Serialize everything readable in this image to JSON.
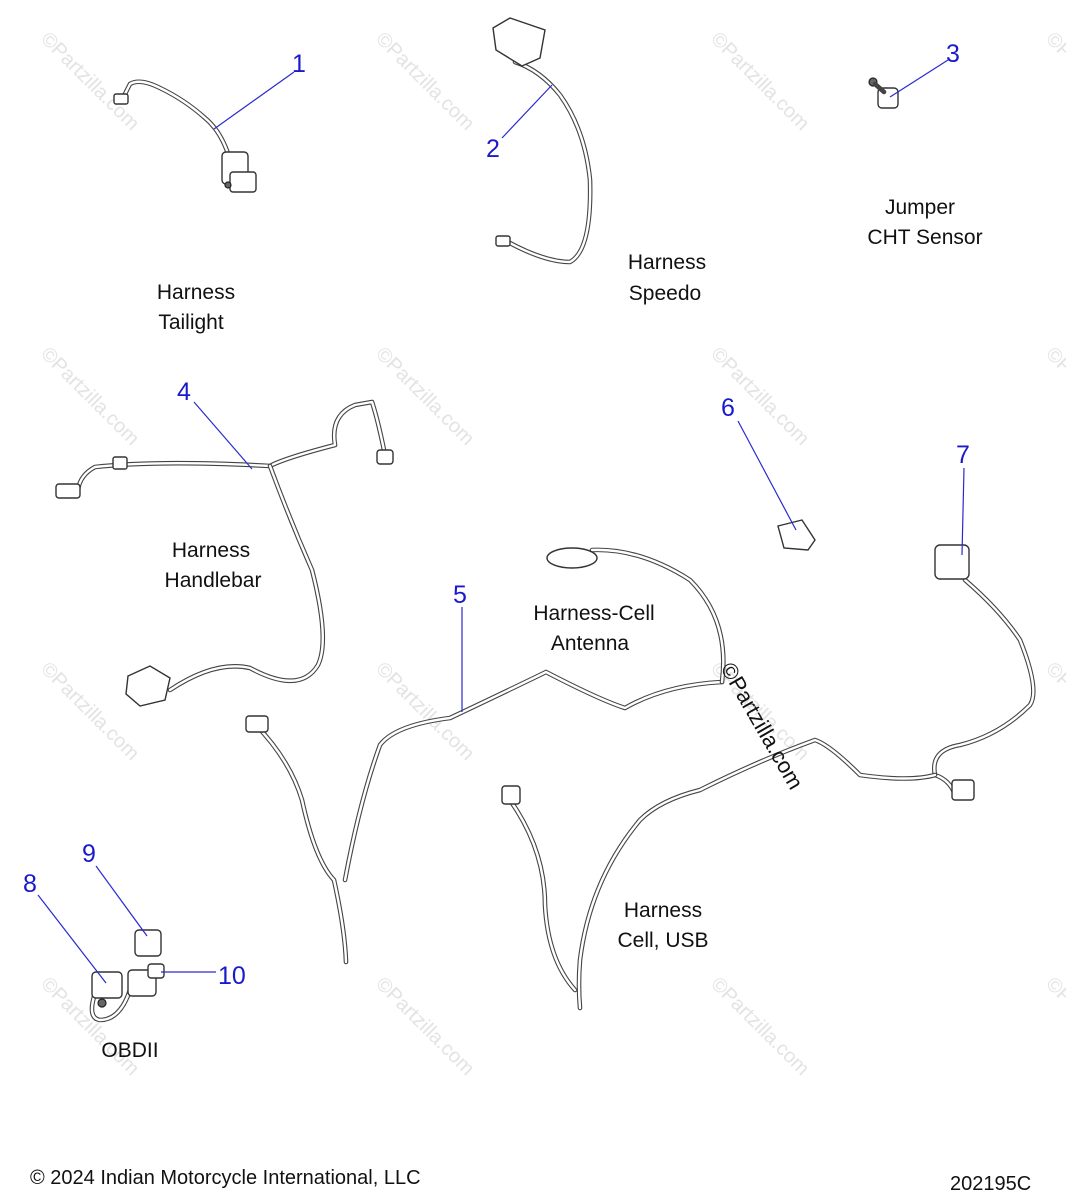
{
  "watermark": {
    "small": "©Partzilla.com",
    "center": "©Partzilla.com"
  },
  "callouts": [
    {
      "num": "1"
    },
    {
      "num": "2"
    },
    {
      "num": "3"
    },
    {
      "num": "4"
    },
    {
      "num": "5"
    },
    {
      "num": "6"
    },
    {
      "num": "7"
    },
    {
      "num": "8"
    },
    {
      "num": "9"
    },
    {
      "num": "10"
    }
  ],
  "labels": {
    "tailight": [
      "Harness",
      "Tailight"
    ],
    "speedo": [
      "Harness",
      "Speedo"
    ],
    "jumper": [
      "Jumper",
      "CHT Sensor"
    ],
    "handlebar": [
      "Harness",
      "Handlebar"
    ],
    "cell_antenna": [
      "Harness-Cell",
      "Antenna"
    ],
    "cell_usb": [
      "Harness",
      "Cell, USB"
    ],
    "obdii": "OBDII"
  },
  "footer": {
    "copyright": "© 2024 Indian Motorcycle International, LLC",
    "code": "202195C"
  }
}
